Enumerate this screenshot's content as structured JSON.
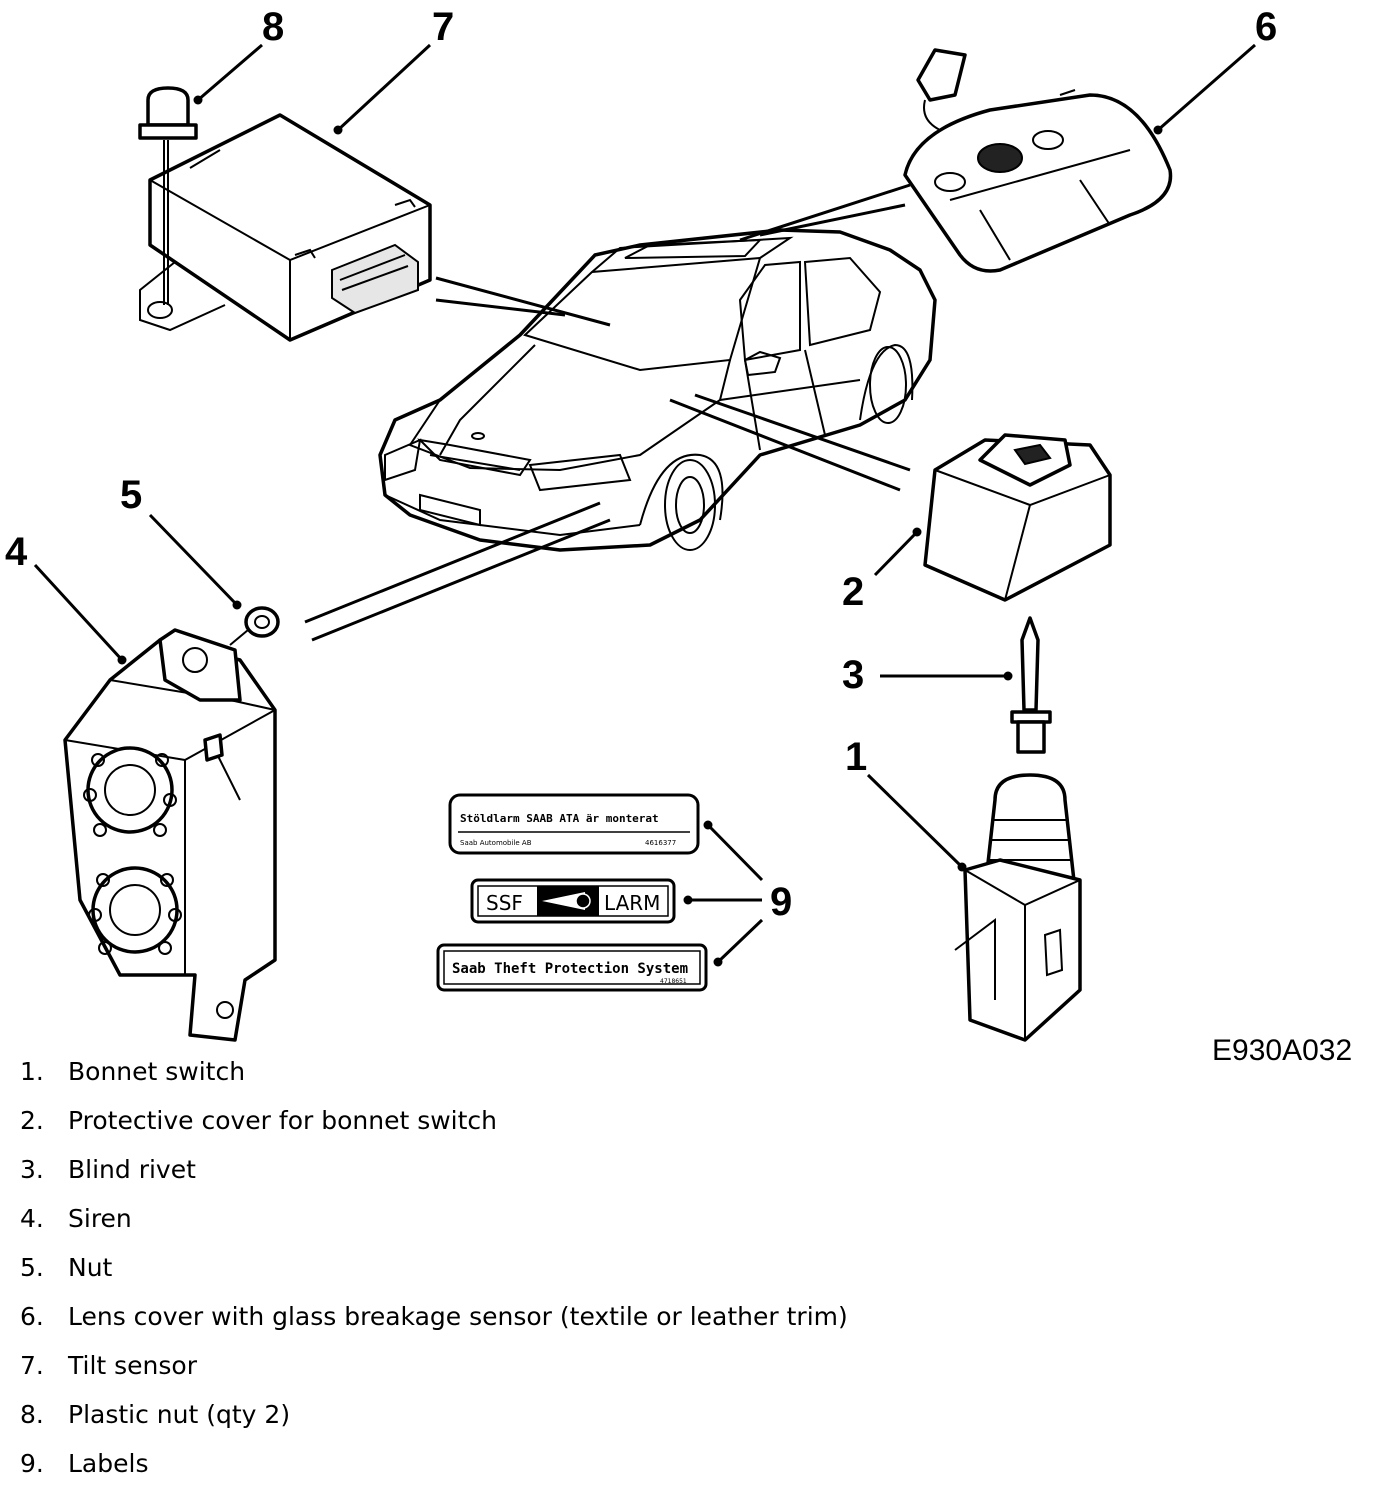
{
  "figure": {
    "id_code": "E930A032",
    "callouts": [
      "1",
      "2",
      "3",
      "4",
      "5",
      "6",
      "7",
      "8",
      "9"
    ],
    "labels": {
      "label_a_line1": "Stöldlarm SAAB ATA är monterat",
      "label_a_line2": "Saab Automobile AB",
      "label_a_code": "4616377",
      "label_b_left": "SSF",
      "label_b_right": "LARM",
      "label_c_text": "Saab Theft Protection System",
      "label_c_code": "4718651"
    }
  },
  "legend": [
    {
      "num": "1.",
      "text": "Bonnet switch"
    },
    {
      "num": "2.",
      "text": "Protective cover for bonnet switch"
    },
    {
      "num": "3.",
      "text": "Blind rivet"
    },
    {
      "num": "4.",
      "text": "Siren"
    },
    {
      "num": "5.",
      "text": "Nut"
    },
    {
      "num": "6.",
      "text": "Lens cover with glass breakage sensor (textile or leather trim)"
    },
    {
      "num": "7.",
      "text": "Tilt sensor"
    },
    {
      "num": "8.",
      "text": "Plastic nut (qty 2)"
    },
    {
      "num": "9.",
      "text": "Labels"
    }
  ]
}
